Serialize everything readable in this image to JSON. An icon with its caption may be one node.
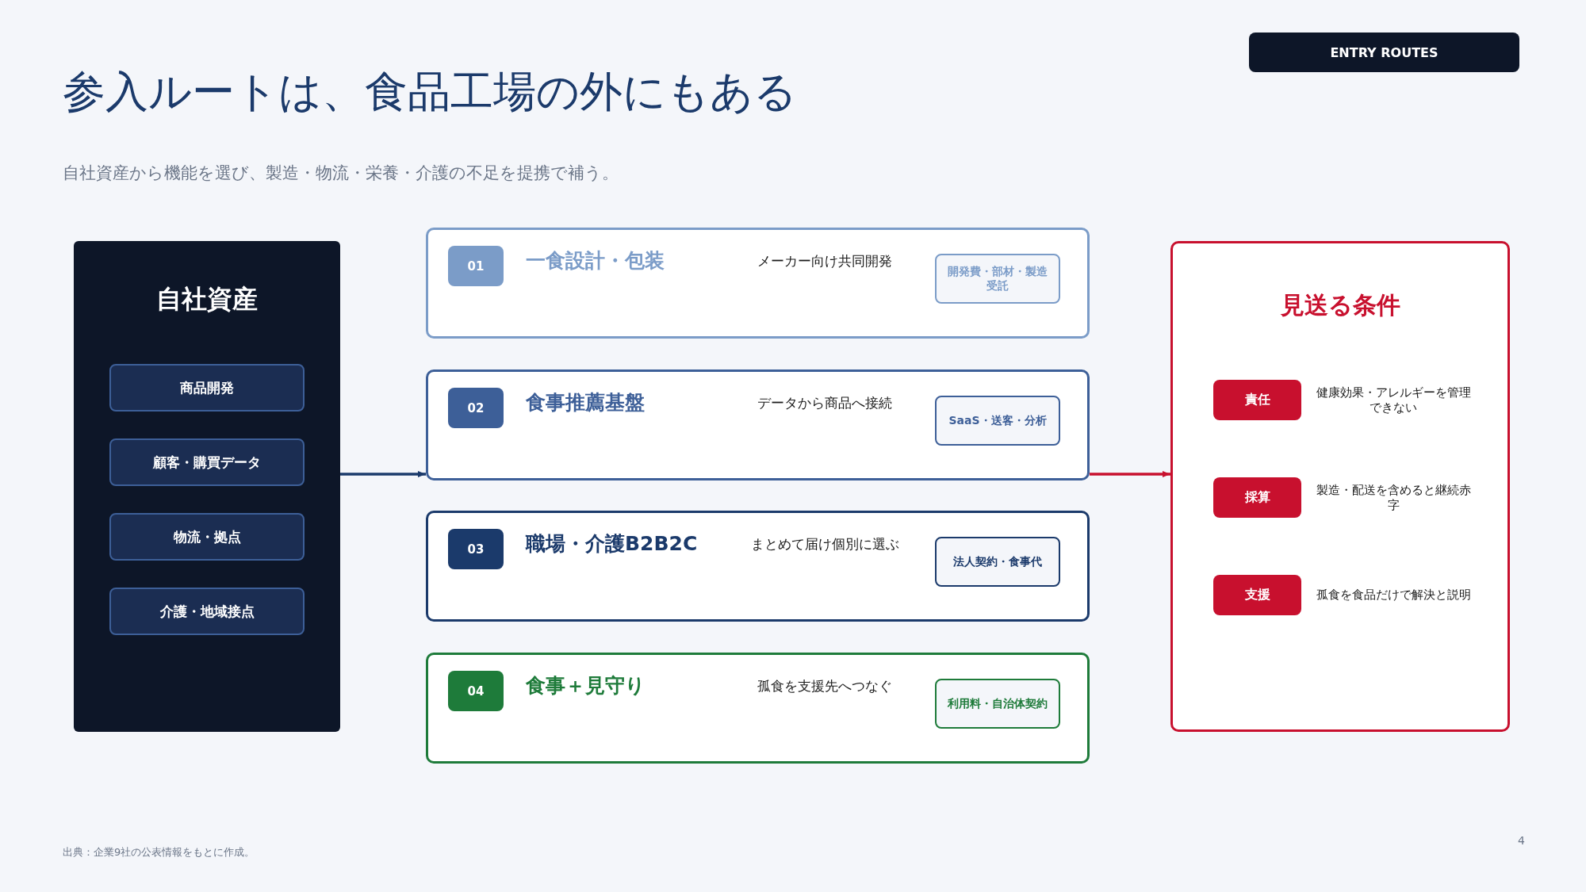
{
  "diagram": {
    "title": "参入ルートは、食品工場の外にもある",
    "nodes": [
      {
        "text": [
          "自社資産"
        ]
      },
      {
        "text": [
          "商品開発"
        ],
        "in": 0
      },
      {
        "text": [
          "顧客・購買データ"
        ],
        "in": 0
      },
      {
        "text": [
          "物流・拠点"
        ],
        "in": 0
      },
      {
        "text": [
          "介護・地域接点"
        ],
        "in": 0
      },
      {
        "text": [
          "01",
          "一食設計・包装",
          "メーカー向け共同開発"
        ]
      },
      {
        "text": [
          "開発費・部材・製造受託"
        ],
        "in": 5
      },
      {
        "text": [
          "02",
          "食事推薦基盤",
          "データから商品へ接続"
        ]
      },
      {
        "text": [
          "SaaS・送客・分析"
        ],
        "in": 7
      },
      {
        "text": [
          "03",
          "職場・介護B2B2C",
          "まとめて届け個別に選ぶ"
        ]
      },
      {
        "text": [
          "法人契約・食事代"
        ],
        "in": 9
      },
      {
        "text": [
          "04",
          "食事＋見守り",
          "孤食を支援先へつなぐ"
        ]
      },
      {
        "text": [
          "利用料・自治体契約"
        ],
        "in": 11
      },
      {
        "text": [
          "見送る条件"
        ]
      },
      {
        "text": [
          "責任"
        ],
        "in": 13,
        "beside": [
          "健康効果・アレルギーを管理できない"
        ]
      },
      {
        "text": [
          "採算"
        ],
        "in": 13,
        "beside": [
          "製造・配送を含めると継続赤字"
        ]
      },
      {
        "text": [
          "支援"
        ],
        "in": 13,
        "beside": [
          "孤食を食品だけで解決と説明"
        ]
      }
    ],
    "edges": [
      {
        "from": 0,
        "to": 7,
        "arrow": "to",
        "color": "#1b3a6b"
      },
      {
        "from": 7,
        "to": 13,
        "arrow": "to",
        "color": "#c8102e"
      }
    ],
    "labels": [
      "ENTRY ROUTES",
      "自社資産から機能を選び、製造・物流・栄養・介護の不足を提携で補う。",
      "出典：企業9社の公表情報をもとに作成。",
      "4"
    ]
  }
}
